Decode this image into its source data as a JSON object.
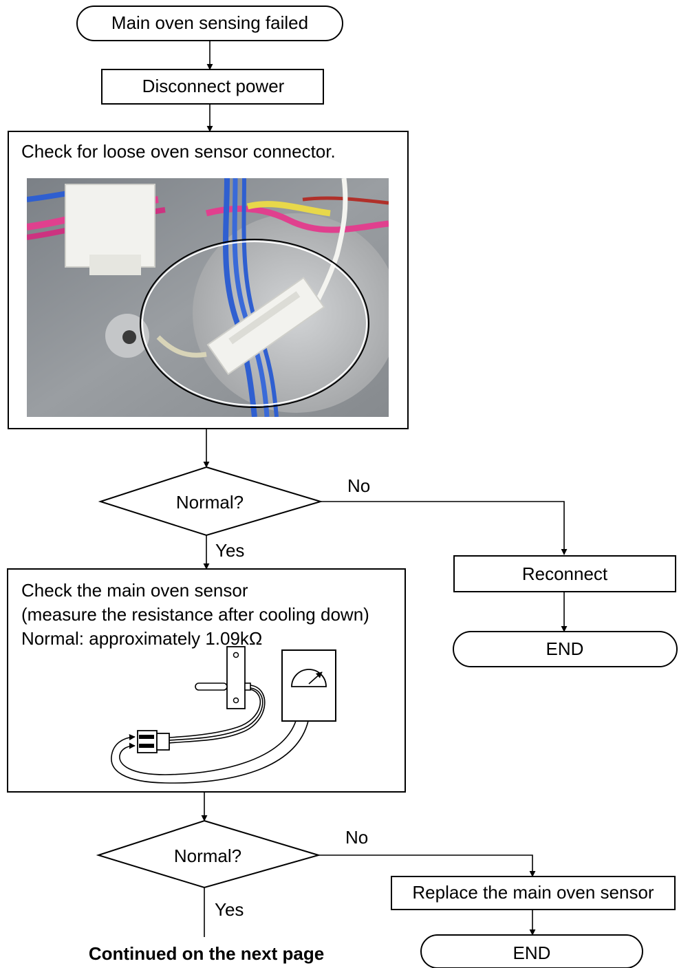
{
  "flowchart": {
    "start": "Main oven sensing failed",
    "step_disconnect": "Disconnect power",
    "check1": {
      "text": "Check for loose oven sensor connector."
    },
    "decision1": {
      "question": "Normal?",
      "yes": "Yes",
      "no": "No"
    },
    "reconnect": "Reconnect",
    "end1": "END",
    "check2": {
      "line1": "Check the main oven sensor",
      "line2": "(measure the resistance after cooling down)",
      "line3": "Normal: approximately 1.09kΩ"
    },
    "decision2": {
      "question": "Normal?",
      "yes": "Yes",
      "no": "No"
    },
    "replace": "Replace the main oven sensor",
    "end2": "END",
    "continued": "Continued on the next page"
  },
  "colors": {
    "photo_background": "#8e9296",
    "connector_white": "#f2f2ee",
    "wire_blue": "#2f5fd0",
    "wire_pink": "#e0408e",
    "wire_yellow": "#e8d84a",
    "wire_red": "#b0302a"
  },
  "icons": {
    "photo": "oven-sensor-connector-photo",
    "meter": "ohmmeter-icon",
    "sensor": "temperature-sensor-probe-icon"
  }
}
